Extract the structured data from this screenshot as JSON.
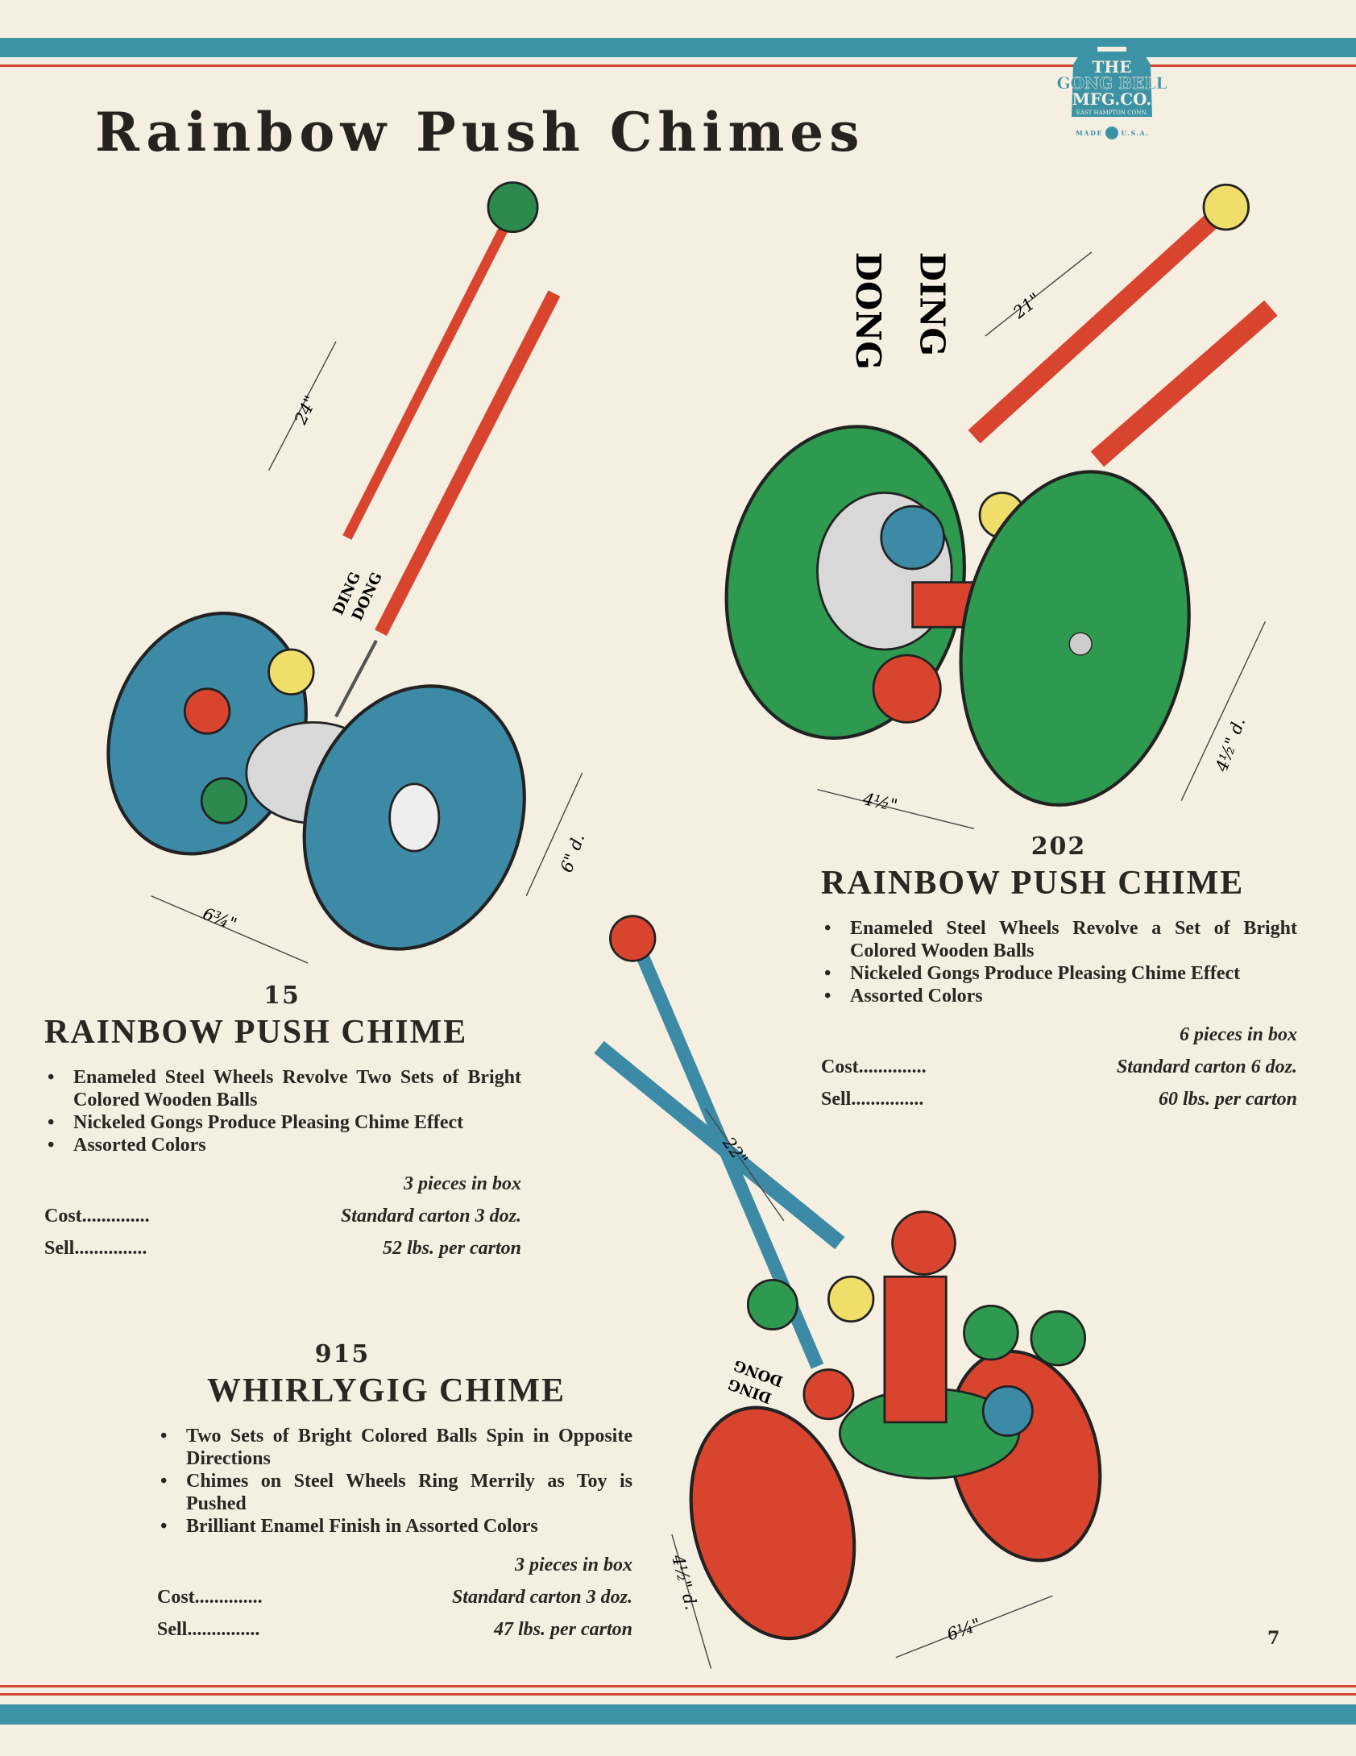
{
  "title": "Rainbow Push Chimes",
  "logo": {
    "line1": "THE",
    "line2": "GONG BELL",
    "line3": "MFG.CO.",
    "line4": "EAST HAMPTON CONN.",
    "line5": "MADE IN U.S.A."
  },
  "colors": {
    "teal": "#3b93a5",
    "red": "#d2493a",
    "paper": "#f4efe1"
  },
  "products": [
    {
      "number": "15",
      "name": "RAINBOW PUSH CHIME",
      "bullets": [
        "Enameled Steel Wheels Revolve Two Sets of Bright Colored Wooden Balls",
        "Nickeled Gongs Produce Pleasing Chime Effect",
        "Assorted Colors"
      ],
      "pieces": "3 pieces in box",
      "cost_label": "Cost..............",
      "sell_label": "Sell...............",
      "carton": "Standard carton 3 doz.",
      "weight": "52 lbs. per carton",
      "dims": {
        "handle": "24\"",
        "wheel": "6\" d.",
        "width": "6¾\""
      },
      "sound": [
        "DING",
        "DONG"
      ]
    },
    {
      "number": "202",
      "name": "RAINBOW PUSH CHIME",
      "bullets": [
        "Enameled Steel Wheels Revolve a Set of Bright Colored Wooden Balls",
        "Nickeled Gongs Produce Pleasing Chime Effect",
        "Assorted Colors"
      ],
      "pieces": "6 pieces in box",
      "cost_label": "Cost..............",
      "sell_label": "Sell...............",
      "carton": "Standard carton 6 doz.",
      "weight": "60 lbs. per carton",
      "dims": {
        "handle": "21\"",
        "wheel": "4½\" d.",
        "width": "4½\""
      },
      "sound": [
        "DING",
        "DONG"
      ]
    },
    {
      "number": "915",
      "name": "WHIRLYGIG CHIME",
      "bullets": [
        "Two Sets of Bright Colored Balls Spin in Opposite Directions",
        "Chimes on Steel Wheels Ring Merrily as Toy is Pushed",
        "Brilliant Enamel Finish in Assorted Colors"
      ],
      "pieces": "3 pieces in box",
      "cost_label": "Cost..............",
      "sell_label": "Sell...............",
      "carton": "Standard carton 3 doz.",
      "weight": "47 lbs. per carton",
      "dims": {
        "handle": "22\"",
        "wheel": "4½\" d.",
        "width": "6¼\""
      },
      "sound": [
        "DING",
        "DONG"
      ]
    }
  ],
  "page_number": "7"
}
